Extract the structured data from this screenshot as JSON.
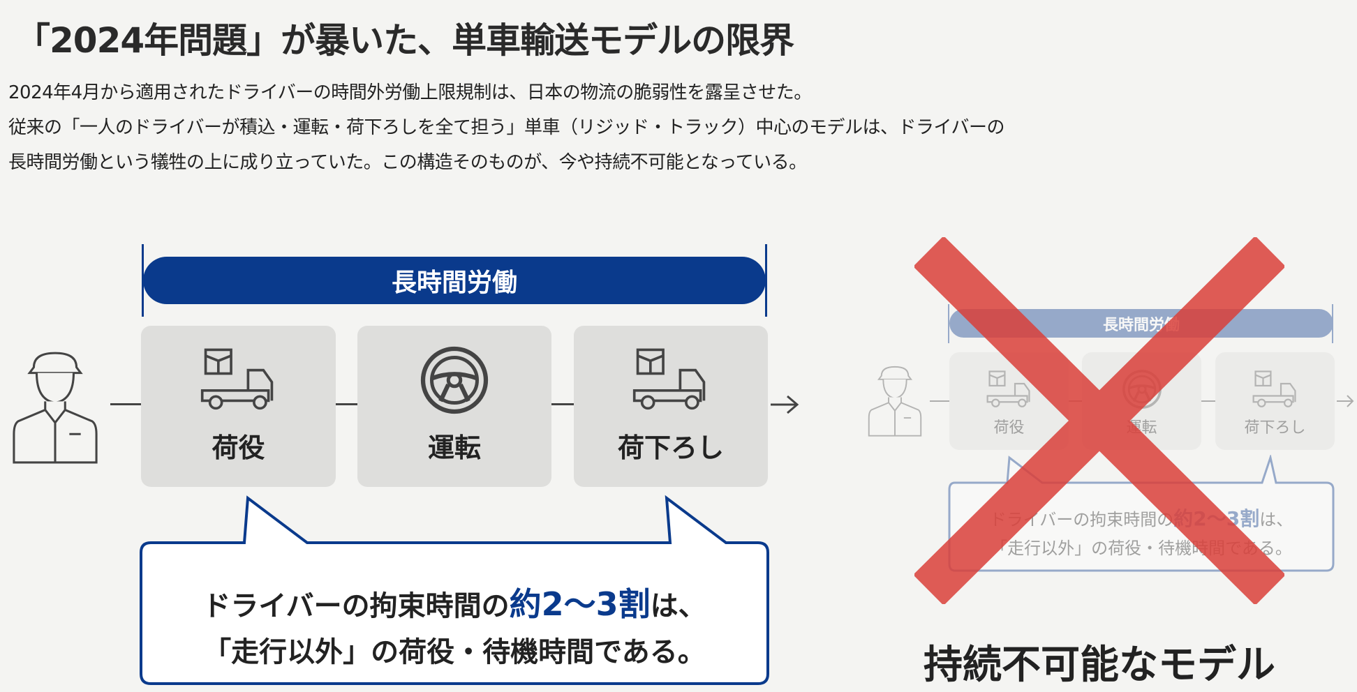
{
  "title": "「2024年問題」が暴いた、単車輸送モデルの限界",
  "body_lines": [
    "2024年4月から適用されたドライバーの時間外労働上限規制は、日本の物流の脆弱性を露呈させた。",
    "従来の「一人のドライバーが積込・運転・荷下ろしを全て担う」単車（リジッド・トラック）中心のモデルは、ドライバーの",
    "長時間労働という犠牲の上に成り立っていた。この構造そのものが、今や持続不可能となっている。"
  ],
  "diagram": {
    "bar_label": "長時間労働",
    "steps": [
      "荷役",
      "運転",
      "荷下ろし"
    ],
    "callout": {
      "line1_pre": "ドライバーの拘束時間の",
      "line1_highlight": "約2〜3割",
      "line1_post": "は、",
      "line2": "「走行以外」の荷役・待機時間である。"
    }
  },
  "faded_diagram": {
    "bar_label": "長時間労働",
    "steps": [
      "荷役",
      "運転",
      "荷下ろし"
    ],
    "callout": {
      "line1_pre": "ドライバーの拘束時間の",
      "line1_highlight": "約2〜3割",
      "line1_post": "は、",
      "line2": "「走行以外」の荷役・待機時間である。"
    }
  },
  "verdict": "持続不可能なモデル",
  "colors": {
    "accent": "#0a3a8c",
    "cross": "#d9403a",
    "step_bg": "#dededc"
  }
}
